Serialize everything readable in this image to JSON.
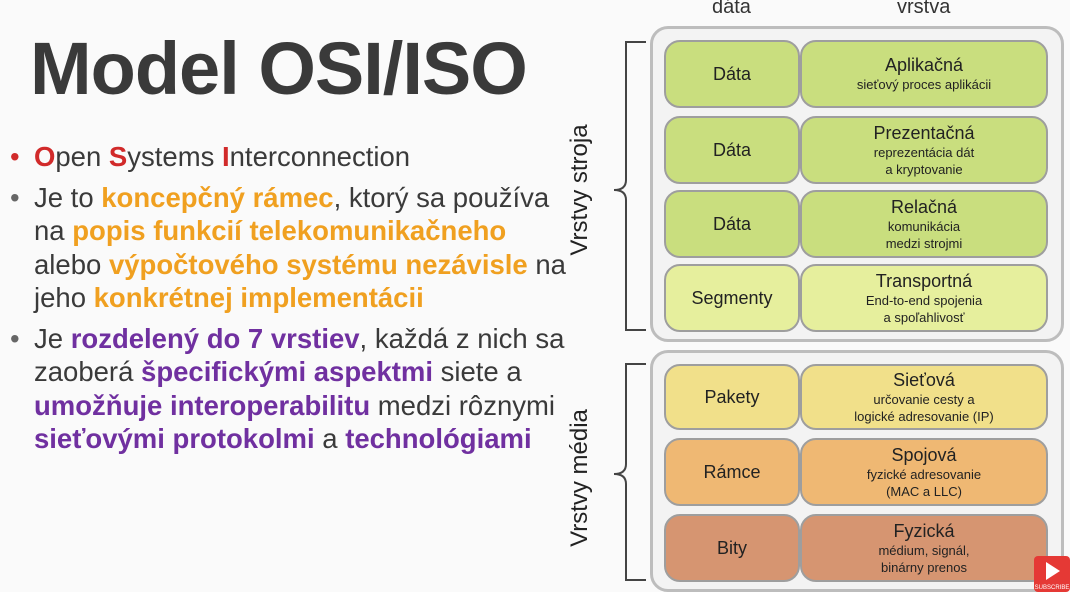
{
  "title": "Model OSI/ISO",
  "bullets": {
    "b1": {
      "O": "O",
      "pen": "pen ",
      "S": "S",
      "ystems": "ystems ",
      "I": "I",
      "nterconnection": "nterconnection"
    },
    "b2": {
      "t1": "Je to ",
      "h1": "koncepčný rámec",
      "t2": ", ktorý sa používa na ",
      "h2": "popis funkcií telekomunikačneho",
      "t3": " alebo ",
      "h3": "výpočtového systému nezávisle",
      "t4": " na jeho ",
      "h4": "konkrétnej implementácii"
    },
    "b3": {
      "t1": "Je ",
      "h1": "rozdelený do 7 vrstiev",
      "t2": ", každá z nich sa zaoberá ",
      "h2": "špecifickými aspektmi",
      "t3": " siete a ",
      "h3": "umožňuje interoperabilitu",
      "t4": " medzi rôznymi ",
      "h4": "sieťovými protokolmi",
      "t5": " a ",
      "h5": "technológiami"
    }
  },
  "headers": {
    "data": "dáta",
    "layer": "vrstva"
  },
  "groups": {
    "host": "Vrstvy stroja",
    "media": "Vrstvy média"
  },
  "layers": [
    {
      "data": "Dáta",
      "name": "Aplikačná",
      "desc1": "sieťový proces aplikácii",
      "desc2": ""
    },
    {
      "data": "Dáta",
      "name": "Prezentačná",
      "desc1": "reprezentácia dát",
      "desc2": "a kryptovanie"
    },
    {
      "data": "Dáta",
      "name": "Relačná",
      "desc1": "komunikácia",
      "desc2": "medzi strojmi"
    },
    {
      "data": "Segmenty",
      "name": "Transportná",
      "desc1": "End-to-end spojenia",
      "desc2": "a spoľahlivosť"
    },
    {
      "data": "Pakety",
      "name": "Sieťová",
      "desc1": "určovanie cesty a",
      "desc2": "logické adresovanie (IP)"
    },
    {
      "data": "Rámce",
      "name": "Spojová",
      "desc1": "fyzické adresovanie",
      "desc2": "(MAC a LLC)"
    },
    {
      "data": "Bity",
      "name": "Fyzická",
      "desc1": "médium, signál,",
      "desc2": "binárny prenos"
    }
  ],
  "colors": {
    "red": "#d12a2a",
    "orange": "#f0a020",
    "purple": "#7030a0"
  },
  "subscribe": {
    "label": "SUBSCRIBE",
    "icon": "youtube-play-icon"
  }
}
